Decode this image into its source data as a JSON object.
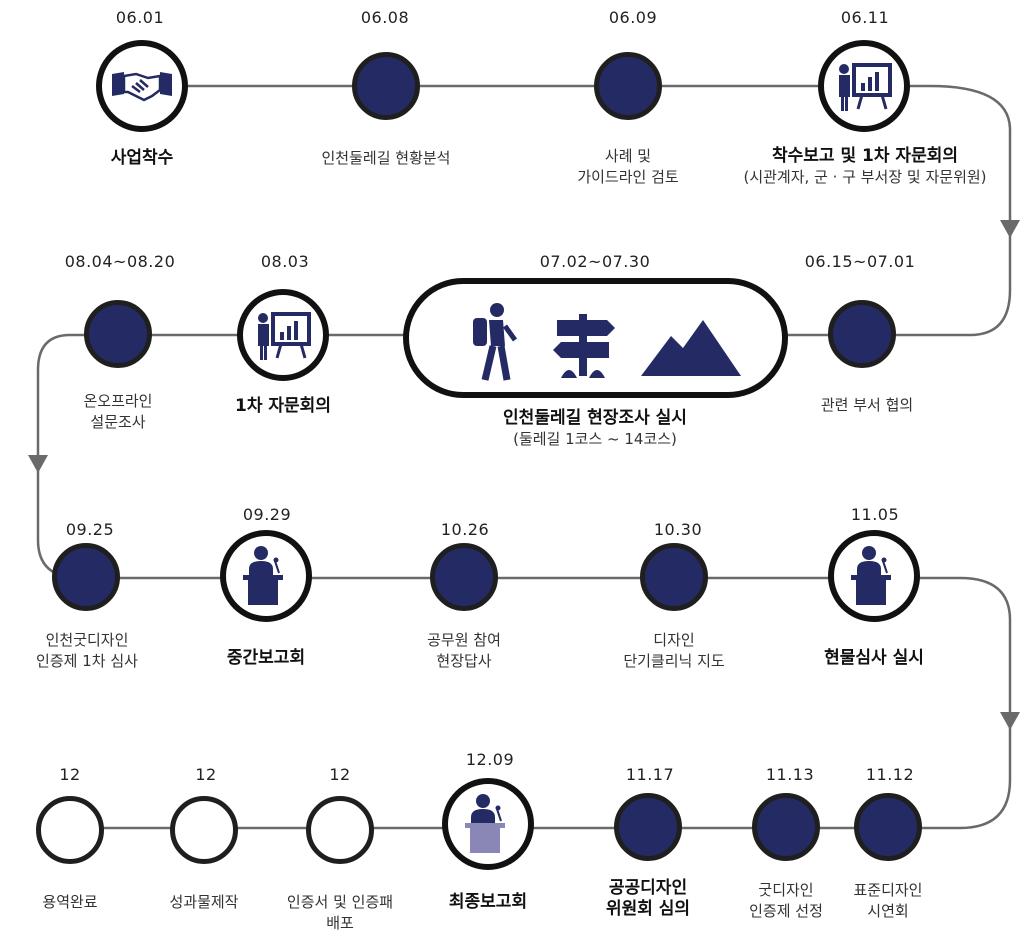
{
  "steps": [
    {
      "id": 1,
      "date": "06.01",
      "label": "사업착수",
      "label2": "",
      "sub": ""
    },
    {
      "id": 2,
      "date": "06.08",
      "label": "인천둘레길 현황분석",
      "label2": "",
      "sub": ""
    },
    {
      "id": 3,
      "date": "06.09",
      "label": "사례 및",
      "label2": "가이드라인 검토",
      "sub": ""
    },
    {
      "id": 4,
      "date": "06.11",
      "label": "착수보고 및 1차 자문회의",
      "label2": "",
      "sub": "(시관계자, 군 · 구 부서장 및 자문위원)"
    },
    {
      "id": 5,
      "date": "06.15~07.01",
      "label": "관련 부서 협의",
      "label2": "",
      "sub": ""
    },
    {
      "id": 6,
      "date": "07.02~07.30",
      "label": "인천둘레길 현장조사 실시",
      "label2": "",
      "sub": "(둘레길 1코스 ~ 14코스)"
    },
    {
      "id": 7,
      "date": "08.03",
      "label": "1차 자문회의",
      "label2": "",
      "sub": ""
    },
    {
      "id": 8,
      "date": "08.04~08.20",
      "label": "온오프라인",
      "label2": "설문조사",
      "sub": ""
    },
    {
      "id": 9,
      "date": "09.25",
      "label": "인천굿디자인",
      "label2": "인증제 1차 심사",
      "sub": ""
    },
    {
      "id": 10,
      "date": "09.29",
      "label": "중간보고회",
      "label2": "",
      "sub": ""
    },
    {
      "id": 11,
      "date": "10.26",
      "label": "공무원 참여",
      "label2": "현장답사",
      "sub": ""
    },
    {
      "id": 12,
      "date": "10.30",
      "label": "디자인",
      "label2": "단기클리닉 지도",
      "sub": ""
    },
    {
      "id": 13,
      "date": "11.05",
      "label": "현물심사 실시",
      "label2": "",
      "sub": ""
    },
    {
      "id": 14,
      "date": "11.12",
      "label": "표준디자인",
      "label2": "시연회",
      "sub": ""
    },
    {
      "id": 15,
      "date": "11.13",
      "label": "굿디자인",
      "label2": "인증제 선정",
      "sub": ""
    },
    {
      "id": 16,
      "date": "11.17",
      "label": "공공디자인",
      "label2": "위원회 심의",
      "sub": ""
    },
    {
      "id": 17,
      "date": "12.09",
      "label": "최종보고회",
      "label2": "",
      "sub": ""
    },
    {
      "id": 18,
      "date": "12",
      "label": "인증서 및 인증패",
      "label2": "배포",
      "sub": ""
    },
    {
      "id": 19,
      "date": "12",
      "label": "성과물제작",
      "label2": "",
      "sub": ""
    },
    {
      "id": 20,
      "date": "12",
      "label": "용역완료",
      "label2": "",
      "sub": ""
    }
  ],
  "icons": {
    "s1": "handshake-icon",
    "s4": "presentation-board-icon",
    "s6": [
      "hiker-icon",
      "signpost-icon",
      "mountain-icon"
    ],
    "s7": "presentation-board-icon",
    "s10": "speaker-podium-icon",
    "s13": "speaker-podium-icon",
    "s17": "speaker-podium-icon"
  },
  "colors": {
    "node_fill": "#242a63",
    "line": "#666666",
    "outline": "#111111",
    "podium_faded": "#8a86b6"
  }
}
